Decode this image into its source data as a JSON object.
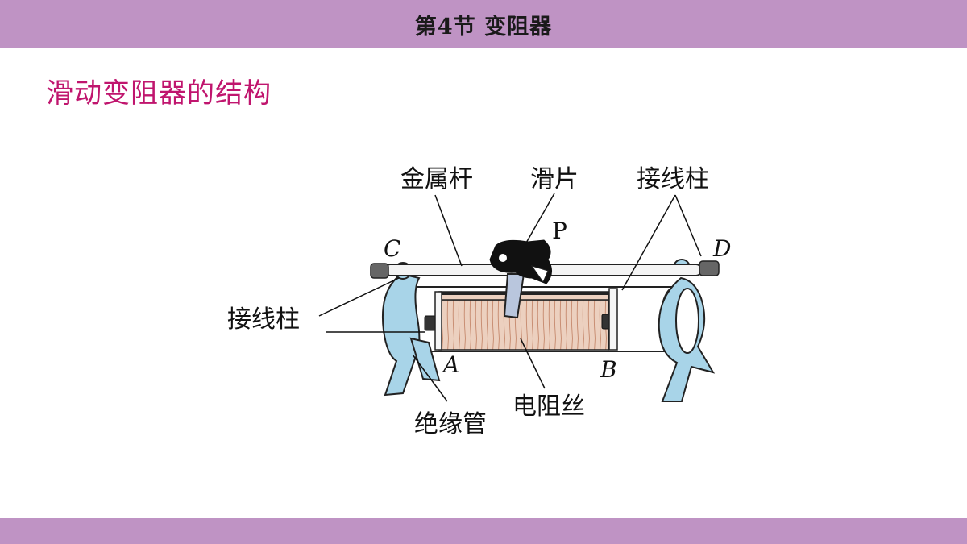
{
  "header": {
    "title": "第4节  变阻器"
  },
  "section_heading": "滑动变阻器的结构",
  "diagram": {
    "labels": {
      "metal_rod": "金属杆",
      "slider": "滑片",
      "terminal_top": "接线柱",
      "terminal_left": "接线柱",
      "insulating_tube": "绝缘管",
      "resistance_wire": "电阻丝"
    },
    "points": {
      "C": "C",
      "D": "D",
      "A": "A",
      "B": "B",
      "P": "P"
    }
  },
  "colors": {
    "header_bar": "#bf93c4",
    "heading_text": "#c0156e",
    "clamp_blue": "#a8d4e8",
    "coil": "#e9c7b2"
  }
}
